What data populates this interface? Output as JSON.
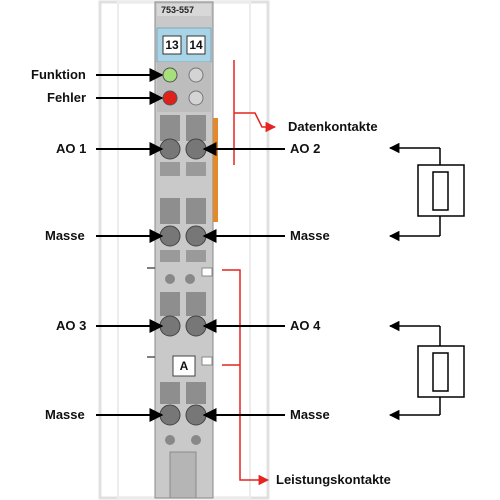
{
  "module": {
    "part_number": "753-557",
    "terminal_left": "13",
    "terminal_right": "14",
    "marker": "A"
  },
  "labels": {
    "funktion": "Funktion",
    "fehler": "Fehler",
    "ao1": "AO 1",
    "ao2": "AO 2",
    "ao3": "AO 3",
    "ao4": "AO 4",
    "masse_top_left": "Masse",
    "masse_top_right": "Masse",
    "masse_bottom_left": "Masse",
    "masse_bottom_right": "Masse",
    "datenkontakte": "Datenkontakte",
    "leistungskontakte": "Leistungskontakte"
  },
  "colors": {
    "module_body": "#c8c8c8",
    "module_dark": "#8c8c8c",
    "module_header": "#a9d3e6",
    "led_green": "#a6e07a",
    "led_red": "#e0201b",
    "data_contact_line": "#e4241f",
    "power_contact_line": "#e4241f",
    "orange_strip": "#e3892c",
    "rail": "#e6e6e6",
    "arrow": "#000000"
  },
  "icons": [
    "led-indicator-icon",
    "spring-clamp-icon",
    "resistor-load-icon",
    "arrow-icon"
  ]
}
